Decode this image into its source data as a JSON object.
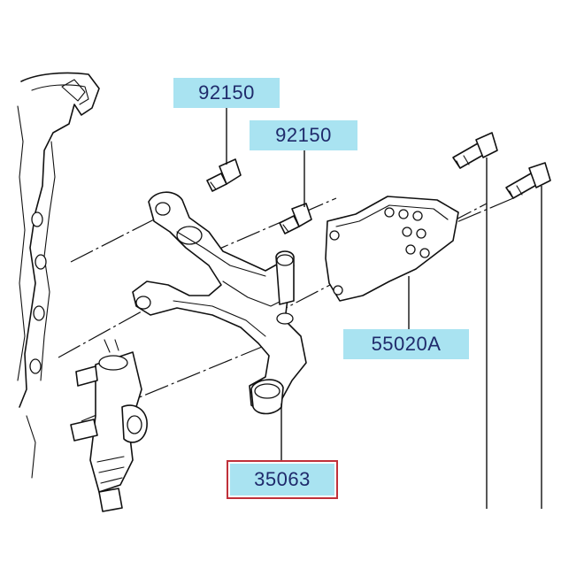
{
  "callouts": {
    "bolt_left": "92150",
    "bolt_right": "92150",
    "bracket_plate": "55020A",
    "bracket_arm": "35063"
  },
  "colors": {
    "label_fill": "#a9e3f1",
    "label_text": "#1f2a6b",
    "highlight_border": "#c0303a",
    "line": "#111111"
  }
}
